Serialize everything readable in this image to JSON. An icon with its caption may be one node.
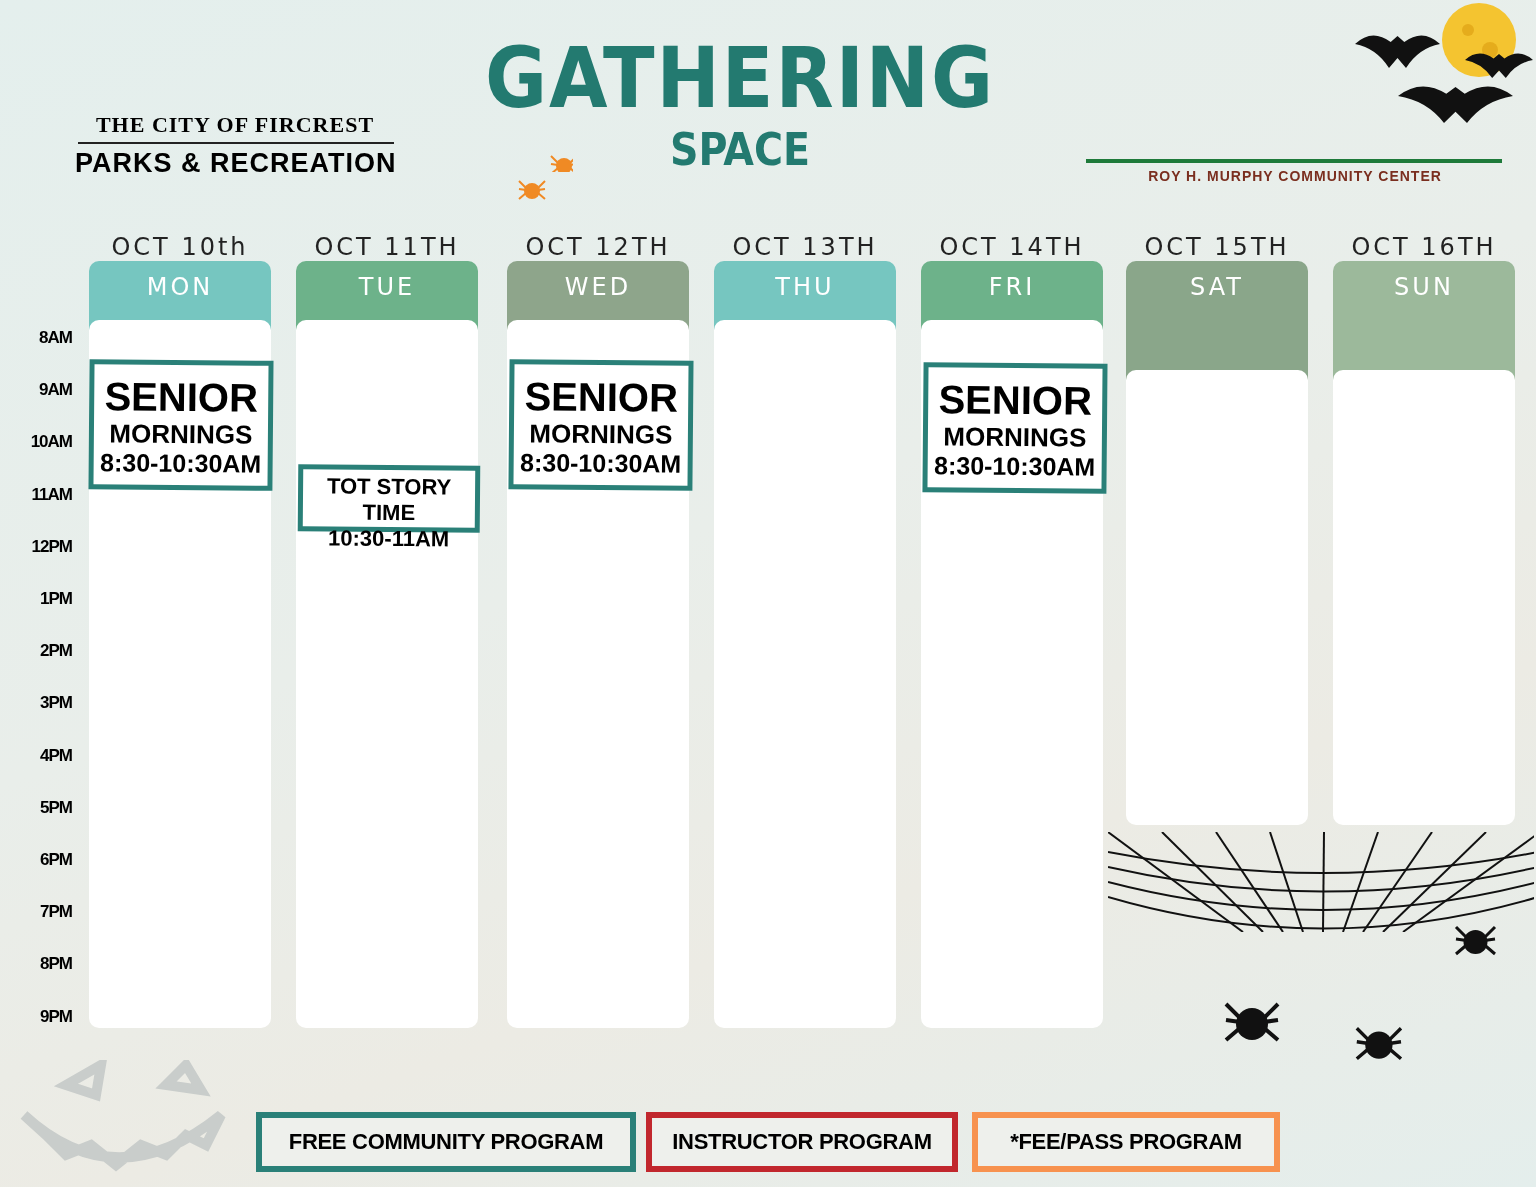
{
  "diagram": {
    "title": "GATHERING SPACE",
    "nodes": [
      {
        "text": [
          "OCT 10th",
          "MON"
        ]
      },
      {
        "text": [
          "SENIOR",
          "MORNINGS",
          "8:30-10:30AM"
        ],
        "in": 0
      },
      {
        "text": [
          "OCT 11TH",
          "TUE"
        ]
      },
      {
        "text": [
          "TOT STORY TIME",
          "10:30-11AM"
        ],
        "in": 2
      },
      {
        "text": [
          "OCT 12TH",
          "WED"
        ]
      },
      {
        "text": [
          "SENIOR",
          "MORNINGS",
          "8:30-10:30AM"
        ],
        "in": 4
      },
      {
        "text": [
          "OCT 13TH",
          "THU"
        ]
      },
      {
        "text": [
          "OCT 14TH",
          "FRI"
        ]
      },
      {
        "text": [
          "SENIOR",
          "MORNINGS",
          "8:30-10:30AM"
        ],
        "in": 7
      },
      {
        "text": [
          "OCT 15TH",
          "SAT"
        ]
      },
      {
        "text": [
          "OCT 16TH",
          "SUN"
        ]
      }
    ],
    "edges": [],
    "labels": [
      "THE CITY OF FIRCREST",
      "PARKS & RECREATION",
      "ROY H. MURPHY COMMUNITY CENTER",
      "8AM",
      "9AM",
      "10AM",
      "11AM",
      "12PM",
      "1PM",
      "2PM",
      "3PM",
      "4PM",
      "5PM",
      "6PM",
      "7PM",
      "8PM",
      "9PM"
    ],
    "legend": [
      {
        "text": "FREE COMMUNITY PROGRAM",
        "color": "#2a8078"
      },
      {
        "text": "INSTRUCTOR PROGRAM",
        "color": "#c1272d"
      },
      {
        "text": "*FEE/PASS PROGRAM",
        "color": "#f7924f"
      }
    ]
  }
}
